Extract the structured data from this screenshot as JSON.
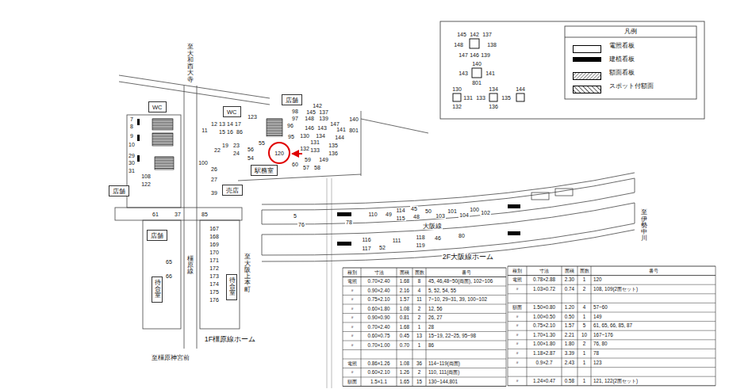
{
  "diagram": {
    "nodes": [
      {
        "text": [
          "WC"
        ]
      },
      {
        "text": [
          "WC"
        ]
      },
      {
        "text": [
          "店舗"
        ]
      },
      {
        "text": [
          "駅務室"
        ]
      },
      {
        "text": [
          "売店"
        ]
      },
      {
        "text": [
          "店舗"
        ]
      },
      {
        "text": [
          "店舗"
        ]
      },
      {
        "text": [
          "待合室"
        ]
      },
      {
        "text": [
          "待合室"
        ]
      }
    ],
    "labels": [
      "至大和西大寺",
      "7",
      "8",
      "9",
      "10",
      "29",
      "30",
      "31",
      "108",
      "122",
      "61",
      "37",
      "85",
      "65",
      "66",
      "100",
      "26",
      "27",
      "39",
      "167",
      "168",
      "169",
      "170",
      "171",
      "172",
      "173",
      "174",
      "175",
      "176",
      "11",
      "12",
      "13",
      "14",
      "17",
      "15",
      "16",
      "86",
      "123",
      "22",
      "19",
      "23",
      "24",
      "56",
      "54",
      "55",
      "98",
      "97",
      "96",
      "95",
      "142",
      "145",
      "137",
      "148",
      "139",
      "147",
      "146",
      "143",
      "141",
      "140",
      "801",
      "134",
      "144",
      "135",
      "136",
      "130",
      "131",
      "132",
      "133",
      "149",
      "120",
      "60",
      "59",
      "57",
      "58",
      "5",
      "76",
      "78",
      "110",
      "49",
      "114",
      "115",
      "45",
      "48",
      "50",
      "103",
      "101",
      "104",
      "100",
      "102",
      "大阪線",
      "116",
      "117",
      "52",
      "111",
      "118",
      "119",
      "46",
      "80",
      "至伊勢中川",
      "2F大阪線ホーム",
      "1F橿原線ホーム",
      "至橿原神宮前",
      "至大阪上本町",
      "橿原線",
      "145",
      "142",
      "137",
      "148",
      "138",
      "147",
      "146",
      "139",
      "140",
      "143",
      "141",
      "801",
      "130",
      "131",
      "132",
      "134",
      "133",
      "135",
      "136",
      "144",
      "凡例",
      "種別",
      "寸法",
      "面積",
      "面数",
      "番号",
      "電照",
      "0.70×2.40",
      "1.68",
      "8",
      "45, 46,48~50(両面), 102~106",
      "〃",
      "0.90×2.40",
      "2.16",
      "4",
      "5, 52, 54, 55",
      "〃",
      "0.75×2.10",
      "1.57",
      "11",
      "7~10, 29~31, 39, 100~102",
      "〃",
      "0.60×1.80",
      "1.08",
      "2",
      "12, 56",
      "〃",
      "0.90×0.90",
      "0.81",
      "2",
      "26, 27",
      "〃",
      "0.70×2.40",
      "1.68",
      "1",
      "28",
      "〃",
      "0.60×0.75",
      "0.45",
      "13",
      "15~19, 22~25, 95~98",
      "〃",
      "0.70×1.00",
      "0.70",
      "1",
      "86",
      "電照",
      "0.86×1.26",
      "1.08",
      "36",
      "114~119(両面)",
      "〃",
      "0.60×2.10",
      "1.26",
      "2",
      "110, 111(両面)",
      "額面",
      "1.5×1.1",
      "1.65",
      "15",
      "130~144,801",
      "種別",
      "寸法",
      "面積",
      "面数",
      "番号",
      "電照",
      "0.78×2.88",
      "2.30",
      "1",
      "120",
      "〃",
      "1.03×0.72",
      "0.74",
      "2",
      "108, 109(2面セット)",
      "額面",
      "1.50×0.80",
      "1.20",
      "4",
      "57~60",
      "〃",
      "1.00×0.50",
      "0.50",
      "1",
      "149",
      "〃",
      "0.75×2.10",
      "1.57",
      "5",
      "61, 65, 66, 85, 87",
      "〃",
      "1.70×1.30",
      "2.21",
      "10",
      "167~176",
      "〃",
      "1.00×1.80",
      "1.80",
      "2",
      "76, 80",
      "〃",
      "1.18×2.87",
      "3.39",
      "1",
      "78",
      "〃",
      "0.9×2.7",
      "2.43",
      "1",
      "123",
      "〃",
      "1.24×0.47",
      "0.58",
      "1",
      "121, 122(2面セット)"
    ],
    "legend": [
      {
        "text": "電照看板"
      },
      {
        "text": "建植看板",
        "color": "#000000"
      },
      {
        "text": "額面看板"
      },
      {
        "text": "スポット付額面"
      }
    ]
  }
}
